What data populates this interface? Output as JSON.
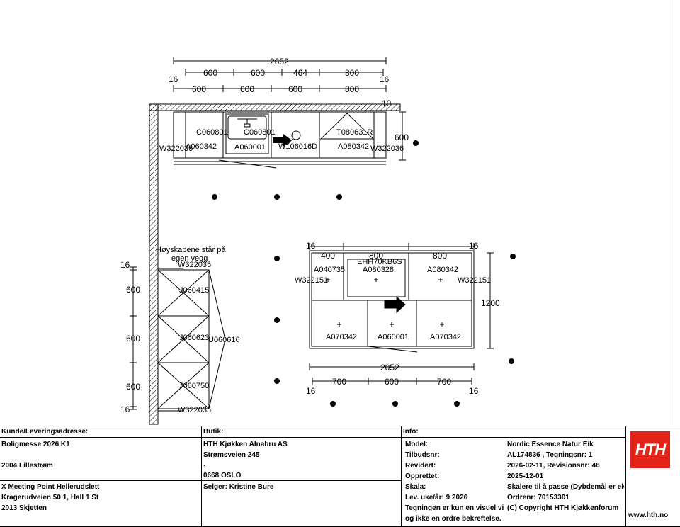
{
  "plan": {
    "top_dims": {
      "overall": "2652",
      "row1": [
        "600",
        "600",
        "464",
        "800"
      ],
      "row2": [
        "600",
        "600",
        "600",
        "800"
      ],
      "edge_left": "16",
      "edge_right": "16",
      "corner": "10",
      "depth": "600"
    },
    "back_wall": {
      "wall_panel_left": "W322036",
      "wall_panel_right": "W322036",
      "upper_1": "C060801",
      "upper_2": "C060801",
      "base_1": "A060342",
      "base_2": "A060001",
      "sink_unit": "W106016D",
      "corner_top": "T080631R",
      "base_3": "A080342"
    },
    "tall": {
      "note_line1": "Høyskapene står på",
      "note_line2": "egen vegg",
      "top_panel": "W322035",
      "bottom_panel": "W322035",
      "cab_1": "J060415",
      "cab_2": "J060623",
      "cab_3": "J060750",
      "side": "U060616",
      "dims": [
        "16",
        "600",
        "600",
        "600",
        "16"
      ]
    },
    "island": {
      "top_edge_left": "16",
      "top_edge_right": "16",
      "top_dims": [
        "400",
        "800",
        "800"
      ],
      "hob": "EHH70KB6S",
      "back_1": "A040735",
      "back_2": "A080328",
      "back_3": "A080342",
      "panel_left": "W322151",
      "panel_right": "W322151",
      "front_1": "A070342",
      "front_2": "A060001",
      "front_3": "A070342",
      "depth": "1200",
      "overall": "2052",
      "bottom_dims": [
        "700",
        "600",
        "700"
      ],
      "bottom_edge_left": "16",
      "bottom_edge_right": "16"
    }
  },
  "customer": {
    "header": "Kunde/Leveringsadresse:",
    "line1": "Boligmesse 2026 K1",
    "line2": "2004 Lillestrøm",
    "line3": "X Meeting Point Hellerudslett",
    "line4": "Kragerudveien 50 1, Hall 1 St",
    "line5": "2013 Skjetten"
  },
  "shop": {
    "header": "Butik:",
    "name": "HTH Kjøkken Alnabru AS",
    "street": "Strømsveien 245",
    "dot": ".",
    "city": "0668 OSLO",
    "seller": "Selger: Kristine Bure"
  },
  "info": {
    "header": "Info:",
    "rows": [
      {
        "label": "Model:",
        "value": "Nordic Essence Natur Eik"
      },
      {
        "label": "Tilbudsnr:",
        "value": "AL174836  , Tegningsnr: 1"
      },
      {
        "label": "Revidert:",
        "value": "2026-02-11, Revisionsnr: 46"
      },
      {
        "label": "Opprettet:",
        "value": "2025-12-01"
      },
      {
        "label": "Skala:",
        "value": "Skalere til å passe (Dybdemål er ek"
      },
      {
        "label": "Lev. uke/år: 9 2026",
        "value": "Ordrenr: 70153301"
      },
      {
        "label": "Tegningen er kun en visuel vi",
        "value": "(C) Copyright HTH Kjøkkenforum"
      },
      {
        "label": "og ikke en ordre bekreftelse.",
        "value": ""
      }
    ]
  },
  "brand": {
    "logo_text": "HTH",
    "site": "www.hth.no",
    "logo_color": "#e2231a"
  }
}
